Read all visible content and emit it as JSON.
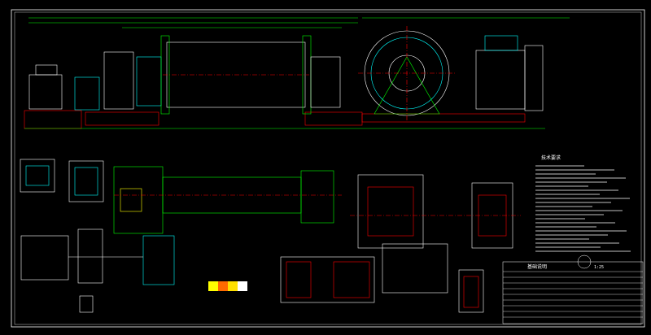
{
  "drawing": {
    "notes_heading": "技术要求",
    "title_block_heading": "基础说明",
    "scale_label": "1:25",
    "swatch_colors": [
      "#ffff00",
      "#ff6a00",
      "#ffe000",
      "#ffffff"
    ],
    "palette": {
      "outline": "#ffffff",
      "main": "#00ff00",
      "cyan": "#00ffff",
      "red": "#ff0000",
      "magenta": "#ff00ff",
      "yellow": "#ffff00"
    }
  }
}
